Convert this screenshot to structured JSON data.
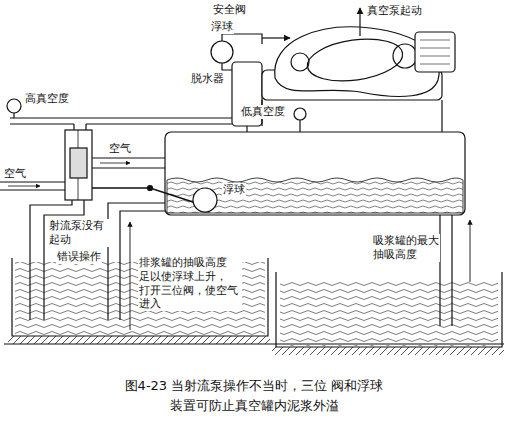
{
  "diagram": {
    "caption": "图4-23 当射流泵操作不当时，三位 阀和浮球装置可防止真空罐内泥浆外溢",
    "labels": [
      "安全阀",
      "浮球",
      "真空泵起动",
      "脱水器",
      "高真空度",
      "低真空度",
      "空气",
      "空气",
      "射流泵没有 起动",
      "错误操作",
      "浮球",
      "排浆罐的抽吸高度 足以使浮球上升， 打开三位阀，使空气 进入",
      "吸浆罐的最大 抽吸高度"
    ]
  }
}
